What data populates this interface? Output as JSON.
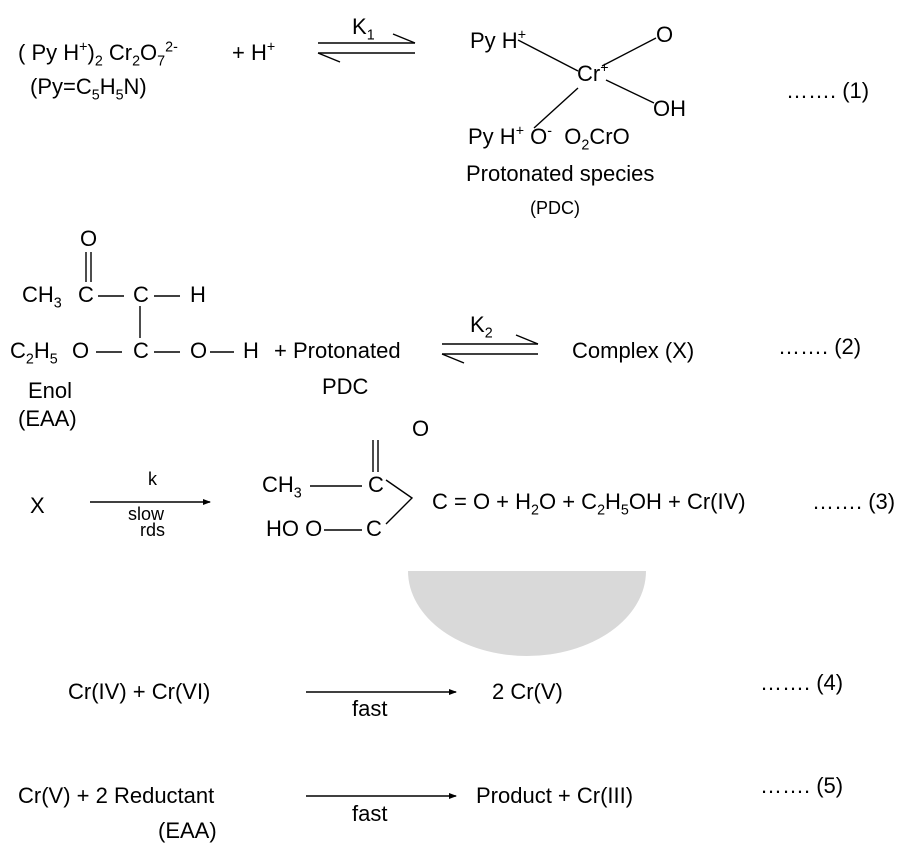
{
  "eq1": {
    "reactant": "( Py H",
    "reactant_tail": ")",
    "sub2": "2",
    "cr": " Cr",
    "cr_sub": "2",
    "o": "O",
    "o_sub": "7",
    "o_sup": "2-",
    "plus_h": "+  H",
    "plus": "+",
    "py_def_a": "(Py=C",
    "py_def_sub1": "5",
    "py_def_b": "H",
    "py_def_sub2": "5",
    "py_def_c": "N)",
    "k_label": "K",
    "k_sub": "1",
    "prod_pyh_top": "Py H",
    "prod_cr": "Cr",
    "prod_o_top": "O",
    "prod_oh": "OH",
    "prod_bottom_a": "Py H",
    "prod_bottom_o": "O",
    "minus": "-",
    "prod_bottom_b": "O",
    "prod_bottom_sub": "2",
    "prod_bottom_c": "CrO",
    "species_label": "Protonated species",
    "pdc_label": "(PDC)",
    "number": "……. (1)"
  },
  "eq2": {
    "o_top": "O",
    "ch3": "CH",
    "ch3_sub": "3",
    "c1": "C",
    "c2": "C",
    "h1": "H",
    "c2h5": "C",
    "c2h5_sub1": "2",
    "c2h5_h": "H",
    "c2h5_sub2": "5",
    "o_mid": "O",
    "c3": "C",
    "o_right": "O",
    "h2": "H",
    "plus_protonated": "+  Protonated",
    "pdc": "PDC",
    "enol": "Enol",
    "eaa": "(EAA)",
    "k_label": "K",
    "k_sub": "2",
    "product": "Complex (X)",
    "number": "……. (2)"
  },
  "eq3": {
    "x": "X",
    "k": "k",
    "slow": "slow",
    "rds": "rds",
    "o_top": "O",
    "ch3": "CH",
    "ch3_sub": "3",
    "c_top": "C",
    "ho": "HO  O",
    "c_bottom": "C",
    "rest_a": "C = O  +  H",
    "rest_sub1": "2",
    "rest_b": "O + C",
    "rest_sub2": "2",
    "rest_c": "H",
    "rest_sub3": "5",
    "rest_d": "OH + Cr(IV)",
    "number": "……. (3)"
  },
  "eq4": {
    "left": "Cr(IV)  +  Cr(VI)",
    "over": "fast",
    "right": "2 Cr(V)",
    "number": "……. (4)"
  },
  "eq5": {
    "left": "Cr(V)  +  2 Reductant",
    "left_sub": "(EAA)",
    "over": "fast",
    "right": "Product  +  Cr(III)",
    "number": "……. (5)"
  },
  "colors": {
    "ink": "#000000",
    "watermark": "#d9d9d9",
    "background": "#ffffff"
  }
}
